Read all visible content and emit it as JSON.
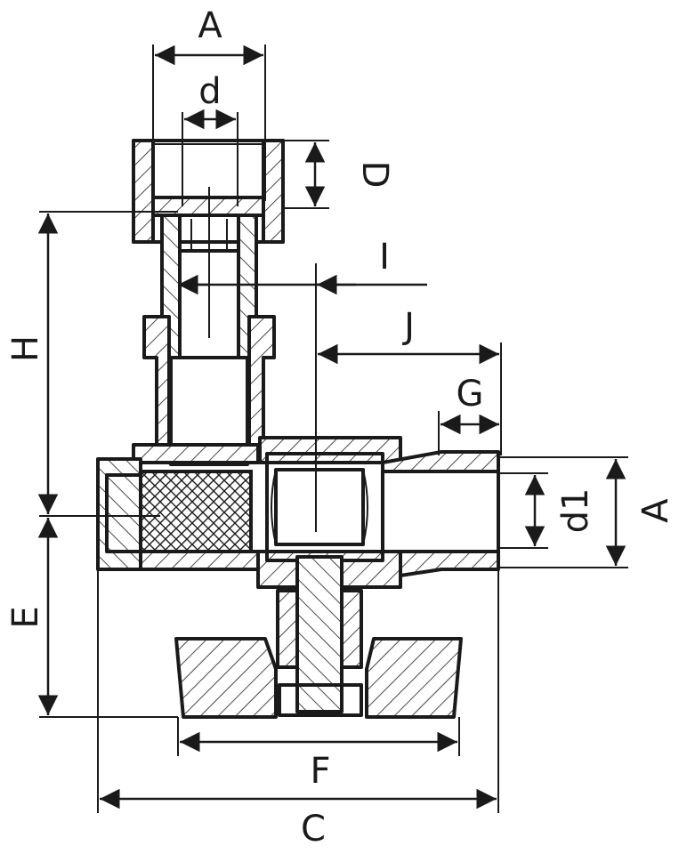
{
  "drawing": {
    "dimension_labels": {
      "A_top": "A",
      "d": "d",
      "D": "D",
      "I": "I",
      "J": "J",
      "H": "H",
      "G": "G",
      "d1": "d1",
      "A_right": "A",
      "E": "E",
      "F": "F",
      "C": "C"
    },
    "colors": {
      "line": "#1a1a1a",
      "background": "#ffffff"
    }
  }
}
